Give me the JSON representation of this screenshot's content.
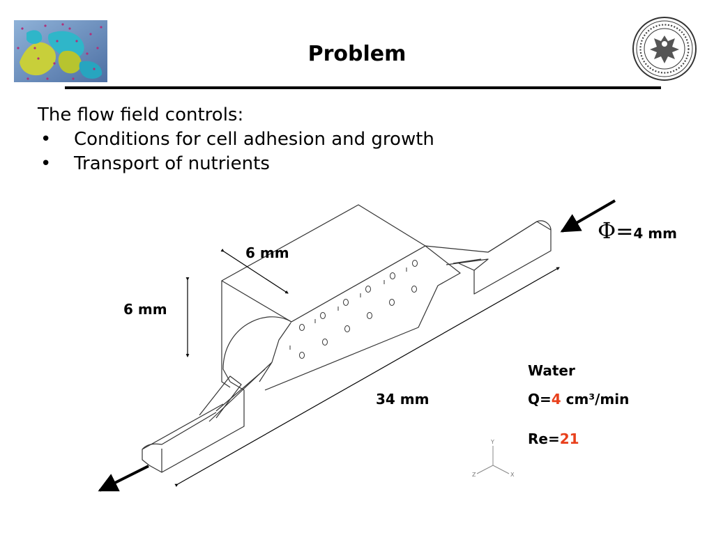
{
  "title": "Problem",
  "intro": "The flow field controls:",
  "bullets": [
    {
      "marker": "•",
      "text": "Conditions for cell adhesion and growth"
    },
    {
      "marker": "•",
      "text": "Transport of nutrients"
    }
  ],
  "figure": {
    "dim_width": "6 mm",
    "dim_height": "6 mm",
    "dim_length": "34 mm",
    "diameter_symbol": "Φ",
    "diameter_eq": "=",
    "diameter_value": "4 mm",
    "fluid": "Water",
    "flow_prefix": "Q=",
    "flow_value": "4",
    "flow_unit": " cm³/min",
    "re_prefix": "Re=",
    "re_value": "21",
    "axes": {
      "y": "Y",
      "x": "X",
      "z": "Z"
    }
  },
  "colors": {
    "highlight": "#e8401c",
    "rule": "#000000"
  },
  "icons": {
    "left_logo": "flow-simulation-thumbnail",
    "right_logo": "university-seal-icon"
  }
}
